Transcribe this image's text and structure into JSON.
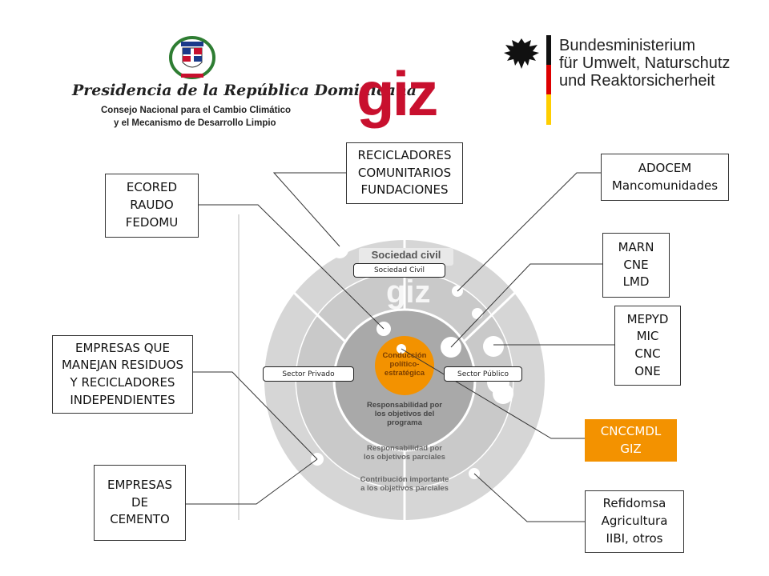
{
  "header": {
    "presidency_title": "Presidencia de la República Dominicana",
    "presidency_sub1": "Consejo Nacional para el Cambio Climático",
    "presidency_sub2": "y el Mecanismo de Desarrollo Limpio",
    "giz_logo": "giz",
    "ministry_line1": "Bundesministerium",
    "ministry_line2": "für Umwelt, Naturschutz",
    "ministry_line3": "und Reaktorsicherheit"
  },
  "boxes": {
    "recicladores": "RECICLADORES\nCOMUNITARIOS\nFUNDACIONES",
    "ecored": "ECORED\nRAUDO\nFEDOMU",
    "adocem": "ADOCEM\nMancomunidades",
    "marn": "MARN\nCNE\nLMD",
    "mepyd": "MEPYD\nMIC\nCNC\nONE",
    "empresas_residuos": "EMPRESAS QUE\nMANEJAN RESIDUOS\nY RECICLADORES\nINDEPENDIENTES",
    "cnccmdl": "CNCCMDL\nGIZ",
    "empresas_cemento": "EMPRESAS\nDE\nCEMENTO",
    "refidomsa": "Refidomsa\nAgricultura\nIIBI, otros"
  },
  "circle": {
    "sociedad_civil_title": "Sociedad civil",
    "center_label": "Conducción\npolítico-\nestratégica",
    "ring1_label": "Responsabilidad por\nlos objetivos del\nprograma",
    "ring2_label": "Responsabilidad por\nlos objetivos parciales",
    "ring3_label": "Contribución importante\na los objetivos parciales",
    "giz_watermark": "giz"
  },
  "tags": {
    "sociedad_civil": "Sociedad Civil",
    "sector_privado": "Sector Privado",
    "sector_publico": "Sector Público"
  },
  "colors": {
    "orange": "#f39200",
    "giz_red": "#c8102e",
    "ring_outer": "#d6d6d6",
    "ring_mid": "#c4c4c4",
    "ring_inner": "#a8a8a8"
  }
}
